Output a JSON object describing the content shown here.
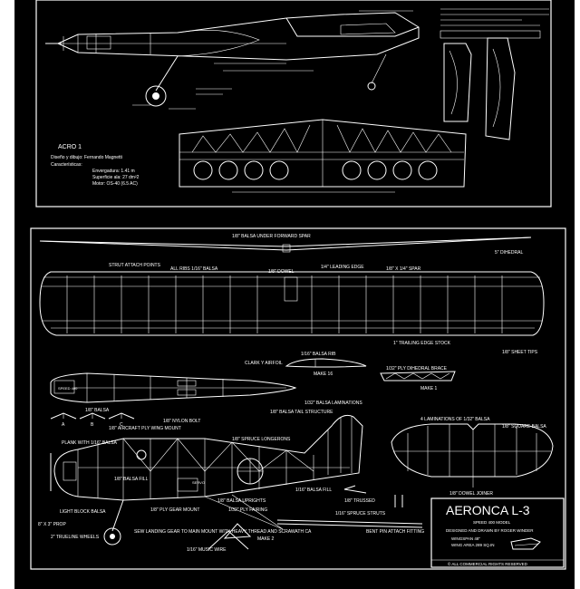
{
  "top_plan": {
    "title": "ACRO 1",
    "credit": "Diseño y dibujo: Fernando Magnetti",
    "characteristics_label": "Características:",
    "specs": [
      "Envergadura: 1.41 m",
      "Superficie ala: 27 dm²2",
      "Motor: OS-40 (6.5 AC)"
    ]
  },
  "bottom_plan": {
    "title": "AERONCA L-3",
    "subtitle": "SPEED 400 MODEL",
    "designer": "DESIGNED AND DRAWN BY ROGER WINDER",
    "wingspan": "WINGSPAN 48\"",
    "wing_area": "WING AREA 289 SQ.IN",
    "rights": "© ALL COMMERCIAL RIGHTS RESERVED",
    "labels": {
      "spar_top": "1/8\" BALSA UNDER FORWARD SPAR",
      "dihedral": "5\" DIHEDRAL",
      "strut_attach": "STRUT ATTACH POINTS",
      "all_ribs": "ALL RIBS 1/16\" BALSA",
      "dowel": "1/8\" DOWEL",
      "leading_edge": "1/4\" LEADING EDGE",
      "spar": "1/8\" X 1/4\" SPAR",
      "trailing_edge": "1\" TRAILING EDGE STOCK",
      "sheet_tips": "1/8\" SHEET TIPS",
      "clark_y": "CLARK Y AIRFOIL",
      "balsa_rib": "1/16\" BALSA RIB",
      "make_16": "MAKE 16",
      "ply_dihedral": "1/32\" PLY DIHEDRAL BRACE",
      "make_1": "MAKE 1",
      "balsa_sq": "1/8\" BALSA",
      "nylon_bolt": "1/8\" NYLON BOLT",
      "aircraft_ply": "1/8\" AIRCRAFT PLY WING MOUNT",
      "spruce_longerons": "1/8\" SPRUCE LONGERONS",
      "balsa_lamination": "1/32\" BALSA LAMINATIONS",
      "balsa_tail": "1/8\" BALSA TAIL STRUCTURE",
      "four_laminations": "4 LAMINATIONS OF 1/32\" BALSA",
      "square_balsa": "1/8\" SQUARE BALSA",
      "plank": "PLANK WITH 1/16\" BALSA",
      "balsa_fill": "1/8\" BALSA FILL",
      "ply_gear": "1/8\" PLY GEAR MOUNT",
      "balsa_uprights": "1/8\" BALSA UPRIGHTS",
      "ply_fairing": "1/32\" PLY FAIRING",
      "balsa_fill2": "1/16\" BALSA FILL",
      "trussed": "1/8\" TRUSSED",
      "dowel_joiner": "1/8\" DOWEL JOINER",
      "light_block": "LIGHT BLOCK BALSA",
      "prop": "8\" X 3\" PROP",
      "wheels": "2\" TRUELINE WHEELS",
      "landing_gear": "SEW LANDING GEAR TO MAIN MOUNT WITH HEAVY THREAD AND SCRAWATH CA",
      "music_wire": "1/16\" MUSIC WIRE",
      "make_2": "MAKE 2",
      "spruce_struts": "1/16\" SPRUCE STRUTS",
      "pin_fitting": "BENT PIN ATTACH FITTING",
      "section_a": "A",
      "section_b": "B",
      "section_c": "C",
      "servo": "SERVO",
      "speed": "SPEED 400"
    }
  }
}
